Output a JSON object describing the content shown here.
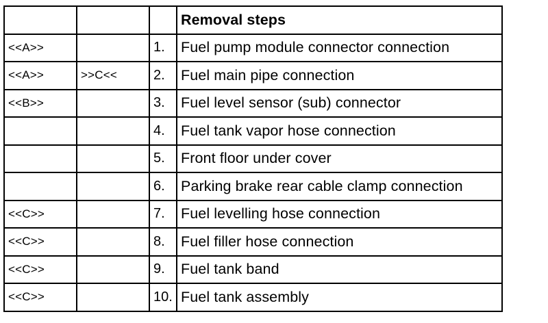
{
  "header": {
    "col_a": "",
    "col_b": "",
    "col_num": "",
    "col_step": "Removal steps"
  },
  "rows": [
    {
      "a": "<<A>>",
      "b": "",
      "num": "1.",
      "step": "Fuel pump module connector connection"
    },
    {
      "a": "<<A>>",
      "b": ">>C<<",
      "num": "2.",
      "step": "Fuel main pipe connection"
    },
    {
      "a": "<<B>>",
      "b": "",
      "num": "3.",
      "step": "Fuel level sensor (sub) connector"
    },
    {
      "a": "",
      "b": "",
      "num": "4.",
      "step": "Fuel tank vapor hose connection"
    },
    {
      "a": "",
      "b": "",
      "num": "5.",
      "step": "Front floor under cover"
    },
    {
      "a": "",
      "b": "",
      "num": "6.",
      "step": "Parking brake rear cable clamp connection"
    },
    {
      "a": "<<C>>",
      "b": "",
      "num": "7.",
      "step": "Fuel levelling hose connection"
    },
    {
      "a": "<<C>>",
      "b": "",
      "num": "8.",
      "step": "Fuel filler hose connection"
    },
    {
      "a": "<<C>>",
      "b": "",
      "num": "9.",
      "step": "Fuel tank band"
    },
    {
      "a": "<<C>>",
      "b": "",
      "num": "10.",
      "step": "Fuel tank assembly"
    }
  ]
}
